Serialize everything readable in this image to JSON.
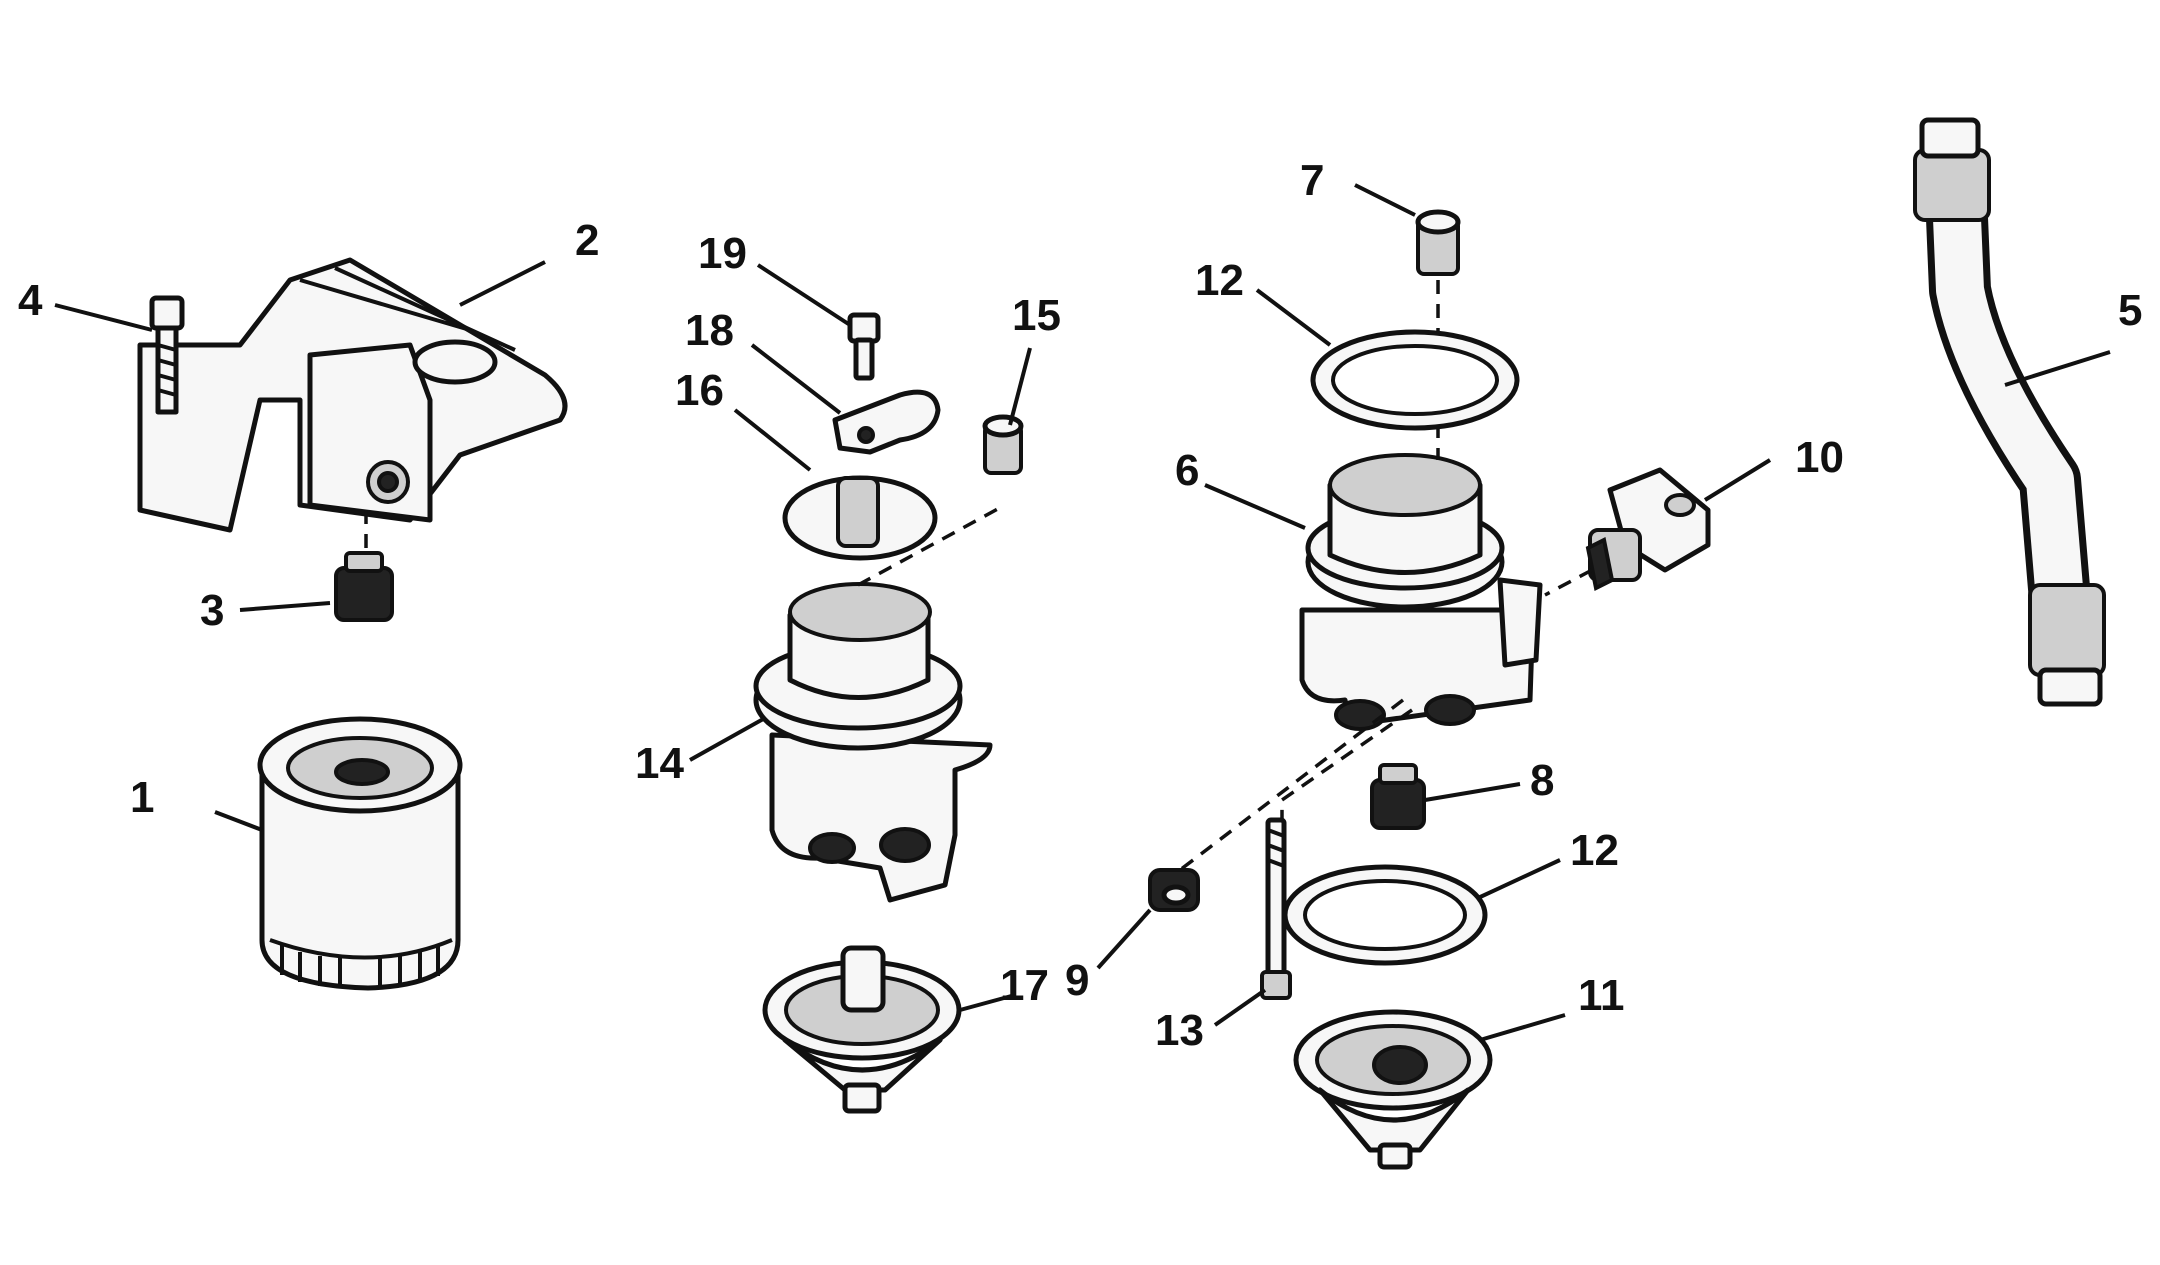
{
  "diagram": {
    "callouts": [
      {
        "id": "1",
        "text": "1"
      },
      {
        "id": "2",
        "text": "2"
      },
      {
        "id": "3",
        "text": "3"
      },
      {
        "id": "4",
        "text": "4"
      },
      {
        "id": "5",
        "text": "5"
      },
      {
        "id": "6",
        "text": "6"
      },
      {
        "id": "7",
        "text": "7"
      },
      {
        "id": "8",
        "text": "8"
      },
      {
        "id": "9",
        "text": "9"
      },
      {
        "id": "10",
        "text": "10"
      },
      {
        "id": "11",
        "text": "11"
      },
      {
        "id": "12a",
        "text": "12"
      },
      {
        "id": "12b",
        "text": "12"
      },
      {
        "id": "13",
        "text": "13"
      },
      {
        "id": "14",
        "text": "14"
      },
      {
        "id": "15",
        "text": "15"
      },
      {
        "id": "16",
        "text": "16"
      },
      {
        "id": "17",
        "text": "17"
      },
      {
        "id": "18",
        "text": "18"
      },
      {
        "id": "19",
        "text": "19"
      }
    ]
  }
}
